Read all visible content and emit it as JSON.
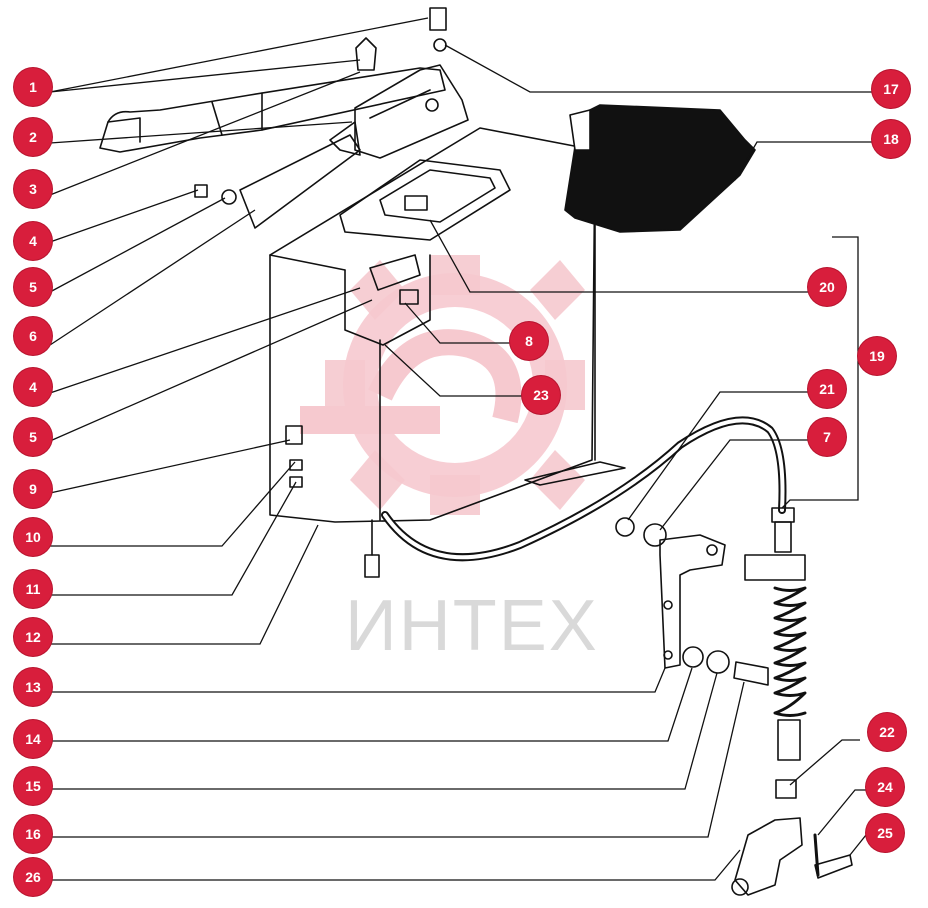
{
  "diagram": {
    "watermark_text": "ИНТЕХ",
    "callouts": [
      {
        "id": "c1",
        "label": "1"
      },
      {
        "id": "c2",
        "label": "2"
      },
      {
        "id": "c3",
        "label": "3"
      },
      {
        "id": "c4a",
        "label": "4"
      },
      {
        "id": "c5a",
        "label": "5"
      },
      {
        "id": "c6",
        "label": "6"
      },
      {
        "id": "c4b",
        "label": "4"
      },
      {
        "id": "c5b",
        "label": "5"
      },
      {
        "id": "c9",
        "label": "9"
      },
      {
        "id": "c10",
        "label": "10"
      },
      {
        "id": "c11",
        "label": "11"
      },
      {
        "id": "c12",
        "label": "12"
      },
      {
        "id": "c13",
        "label": "13"
      },
      {
        "id": "c14",
        "label": "14"
      },
      {
        "id": "c15",
        "label": "15"
      },
      {
        "id": "c16",
        "label": "16"
      },
      {
        "id": "c26",
        "label": "26"
      },
      {
        "id": "c17",
        "label": "17"
      },
      {
        "id": "c18",
        "label": "18"
      },
      {
        "id": "c20",
        "label": "20"
      },
      {
        "id": "c8",
        "label": "8"
      },
      {
        "id": "c23",
        "label": "23"
      },
      {
        "id": "c19",
        "label": "19"
      },
      {
        "id": "c21",
        "label": "21"
      },
      {
        "id": "c7",
        "label": "7"
      },
      {
        "id": "c22",
        "label": "22"
      },
      {
        "id": "c24",
        "label": "24"
      },
      {
        "id": "c25",
        "label": "25"
      }
    ]
  }
}
